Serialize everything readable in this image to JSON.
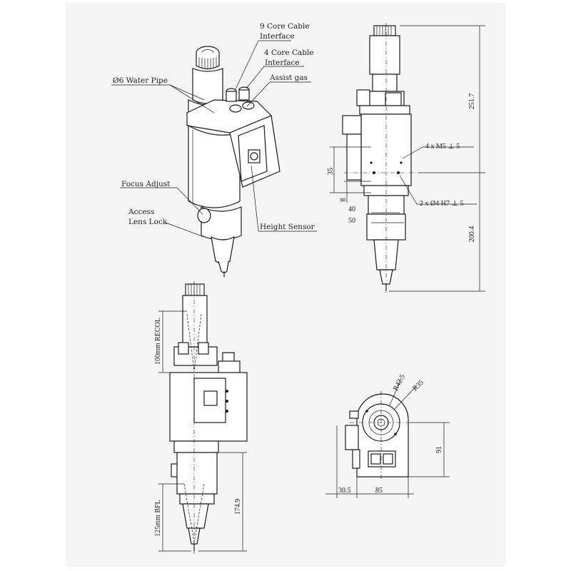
{
  "callouts": {
    "core9_line1": "9 Core Cable",
    "core9_line2": "Interface",
    "core4_line1": "4 Core Cable",
    "core4_line2": "Interface",
    "assist_gas": "Assist gas",
    "water_pipe": "Ø6 Water Pipe",
    "focus_adjust": "Focus Adjust",
    "access_line1": "Access",
    "access_line2": "Lens Lock",
    "height_sensor": "Height Sensor"
  },
  "side_view_dims": {
    "d_251_7": "251.7",
    "d_200_4": "200.4",
    "d_35": "35",
    "d_8": "8",
    "d_40": "40",
    "d_50": "50",
    "holes_m5": "4 x  M5 ⊥ 5",
    "holes_d4": "2 x Ø4 H7 ⊥ 5"
  },
  "front_view_dims": {
    "recol": "100mm RECOL",
    "bfl": "125mm BFL",
    "d_174_9": "174.9"
  },
  "top_view_dims": {
    "r42_5": "R42.5",
    "r35": "R35",
    "d_91": "91",
    "d_30_5": "30.5",
    "d_85": "85"
  }
}
